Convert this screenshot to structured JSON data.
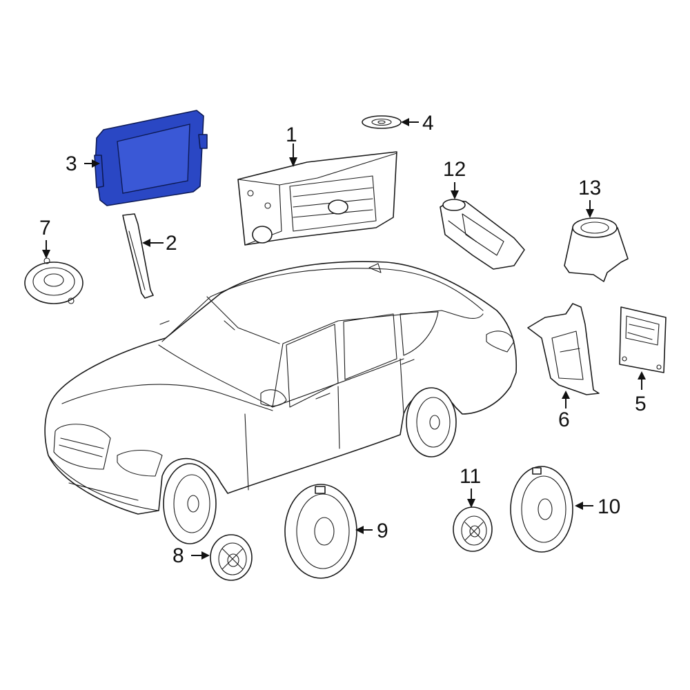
{
  "diagram": {
    "highlight_color": "#2a47c4",
    "callouts": [
      {
        "id": "1",
        "label": "1"
      },
      {
        "id": "2",
        "label": "2"
      },
      {
        "id": "3",
        "label": "3"
      },
      {
        "id": "4",
        "label": "4"
      },
      {
        "id": "5",
        "label": "5"
      },
      {
        "id": "6",
        "label": "6"
      },
      {
        "id": "7",
        "label": "7"
      },
      {
        "id": "8",
        "label": "8"
      },
      {
        "id": "9",
        "label": "9"
      },
      {
        "id": "10",
        "label": "10"
      },
      {
        "id": "11",
        "label": "11"
      },
      {
        "id": "12",
        "label": "12"
      },
      {
        "id": "13",
        "label": "13"
      }
    ]
  }
}
